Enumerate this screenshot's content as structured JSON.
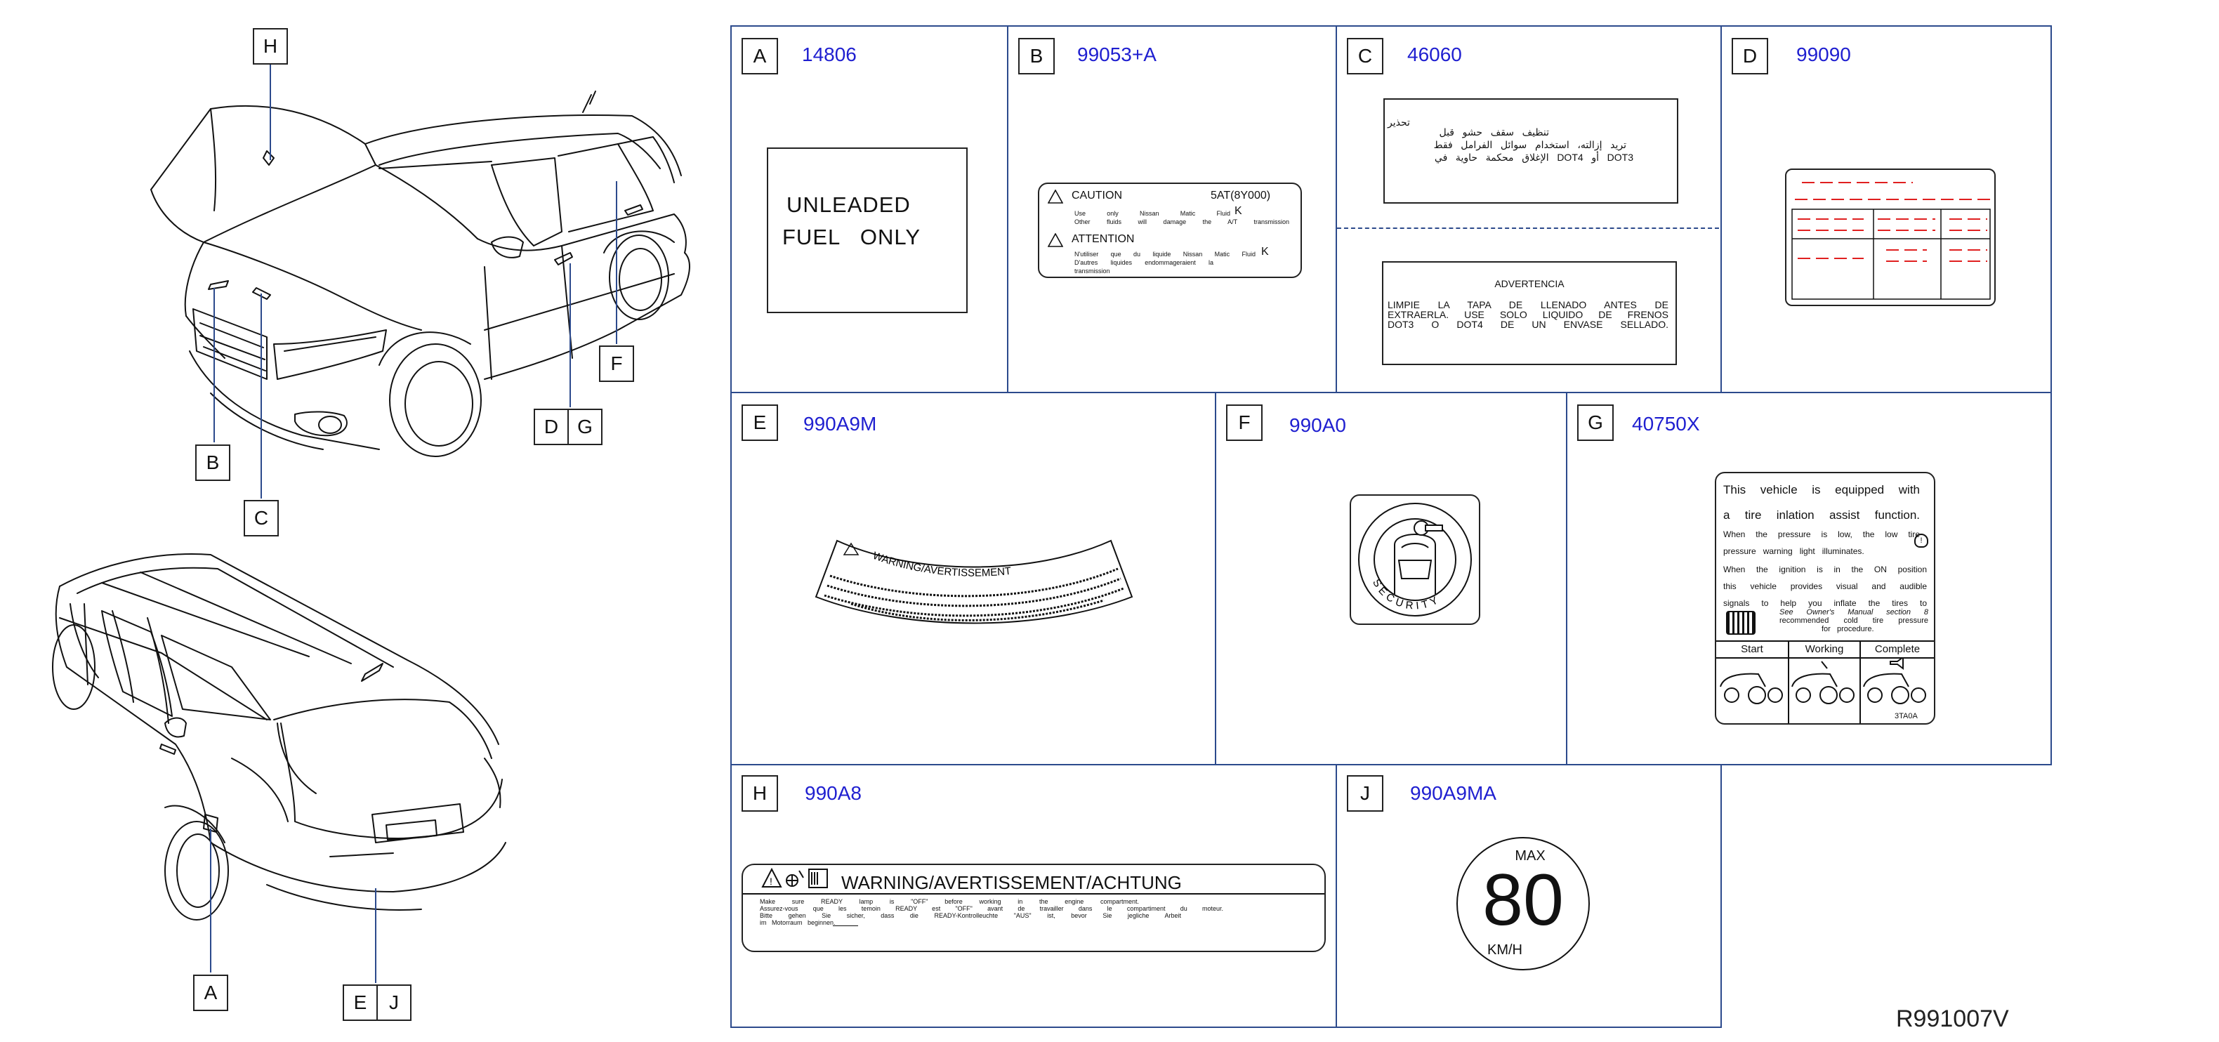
{
  "drawing_code": "R991007V",
  "callouts": {
    "H": "H",
    "B": "B",
    "C": "C",
    "D": "D",
    "G": "G",
    "F": "F",
    "A": "A",
    "E": "E",
    "J": "J"
  },
  "panels": {
    "A": {
      "letter": "A",
      "code": "14806",
      "label_lines": [
        "UNLEADED",
        "FUEL   ONLY"
      ]
    },
    "B": {
      "letter": "B",
      "code": "99053+A",
      "caution": "CAUTION",
      "model": "5AT(8Y000)",
      "caution_text_1": "Use   only   Nissan   Matic   Fluid",
      "caution_text_2": "Other   fluids   will   damage   the   A/T   transmission",
      "k1": "K",
      "attention": "ATTENTION",
      "attention_text_1": "N'utiliser   que   du   liquide   Nissan   Matic   Fluid",
      "attention_text_2": "D'autres   liquides   endommageraient   la",
      "attention_text_3": "transmission",
      "k2": "K"
    },
    "C": {
      "letter": "C",
      "code": "46060",
      "arabic_1": "تحذير",
      "arabic_2": "تنظيف   سقف   حشو   قبل",
      "arabic_3": "تريد   إزالته،   استخدام   سوائل   الفرامل   فقط",
      "arabic_4": "DOT3   أو   DOT4   الإغلاق   محكمة   حاوية   في",
      "advertencia": "ADVERTENCIA",
      "es_1": "LIMPIE   LA   TAPA   DE   LLENADO   ANTES   DE",
      "es_2": "EXTRAERLA.   USE   SOLO   LIQUIDO   DE   FRENOS",
      "es_3": "DOT3   O   DOT4   DE   UN   ENVASE   SELLADO."
    },
    "D": {
      "letter": "D",
      "code": "99090"
    },
    "E": {
      "letter": "E",
      "code": "990A9M",
      "warning": "WARNING/AVERTISSEMENT"
    },
    "F": {
      "letter": "F",
      "code": "990A0",
      "security": "SECURITY"
    },
    "G": {
      "letter": "G",
      "code": "40750X",
      "t1": "This   vehicle   is   equipped   with",
      "t2": "a   tire   inlation   assist   function.",
      "t3": "When   the   pressure   is   low,   the   low   tire",
      "t4": "pressure   warning   light   illuminates.",
      "t5": "When   the   ignition   is   in   the   ON   position",
      "t6": "this   vehicle   provides   visual   and   audible",
      "t7": "signals   to   help   you   inflate   the   tires   to",
      "t8": "See   Owner's   Manual   section   8",
      "t9": "recommended   cold   tire   pressure",
      "t10": "for   procedure.",
      "start": "Start",
      "working": "Working",
      "complete": "Complete",
      "part": "3TA0A"
    },
    "H": {
      "letter": "H",
      "code": "990A8",
      "title": "WARNING/AVERTISSEMENT/ACHTUNG",
      "l1": "Make   sure   READY   lamp   is   \"OFF\"   before   working   in   the   engine   compartment.",
      "l2": "Assurez-vous   que   les   temoin   READY   est   \"OFF\"   avant   de   travailler   dans   le   compartiment   du   moteur.",
      "l3": "Bitte   gehen   Sie   sicher,   dass   die   READY-Kontrolleuchte   \"AUS\"   ist,   bevor   Sie   jegliche   Arbeit",
      "l4": "im   Motorraum   beginnen."
    },
    "J": {
      "letter": "J",
      "code": "990A9MA",
      "max": "MAX",
      "speed": "80",
      "unit": "KM/H"
    }
  }
}
